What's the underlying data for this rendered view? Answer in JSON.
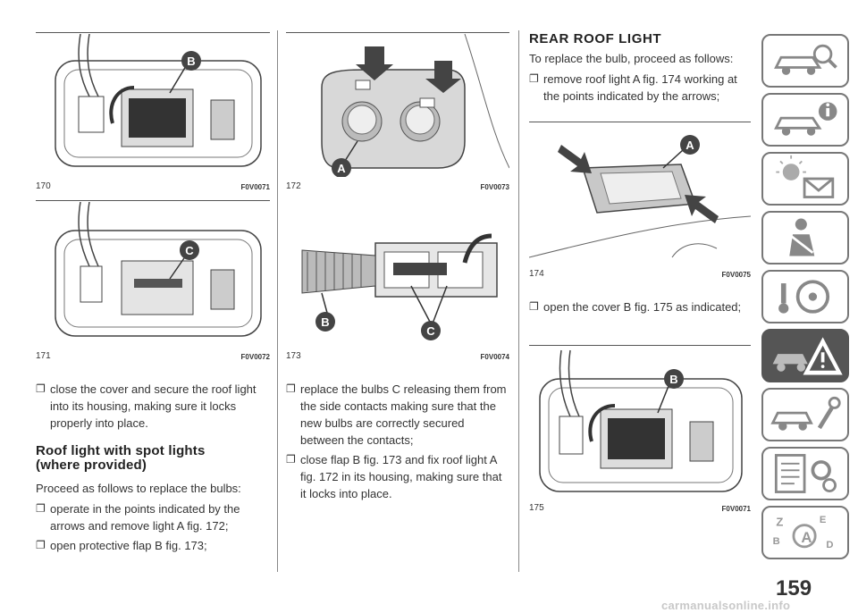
{
  "figures": [
    {
      "id": "fig170",
      "number": "170",
      "code": "F0V0071",
      "label": "B"
    },
    {
      "id": "fig171",
      "number": "171",
      "code": "F0V0072",
      "label": "C"
    },
    {
      "id": "fig172",
      "number": "172",
      "code": "F0V0073",
      "label": "A"
    },
    {
      "id": "fig173",
      "number": "173",
      "code": "F0V0074",
      "label": "B",
      "label2": "C"
    },
    {
      "id": "fig174",
      "number": "174",
      "code": "F0V0075",
      "label": "A"
    },
    {
      "id": "fig175",
      "number": "175",
      "code": "F0V0071",
      "label": "B"
    }
  ],
  "column1": {
    "bullets": [
      "close the cover and secure the roof light into its housing, making sure it locks properly into place."
    ],
    "heading": "Roof light with spot lights (where provided)",
    "intro": "Proceed as follows to replace the bulbs:",
    "bullets2": [
      "operate in the points indicated by the arrows and remove light A fig. 172;",
      "open protective flap B fig. 173;"
    ]
  },
  "column2": {
    "bullets": [
      "replace the bulbs C releasing them from the side contacts making sure that the new bulbs are correctly secured between the contacts;",
      "close flap B fig. 173 and fix roof light A fig. 172 in its housing, making sure that it locks into place."
    ]
  },
  "column3": {
    "heading": "REAR ROOF LIGHT",
    "intro": "To replace the bulb, proceed as follows:",
    "bullets": [
      "remove roof light A fig. 174 working at the points indicated by the arrows;"
    ],
    "bullets2": [
      "open the cover B fig. 175 as indicated;"
    ]
  },
  "bullet_glyph": "❐",
  "sidebar_tabs": [
    {
      "icon": "car-search-icon",
      "active": false
    },
    {
      "icon": "car-info-icon",
      "active": false
    },
    {
      "icon": "warning-lights-icon",
      "active": false
    },
    {
      "icon": "safety-seatbelt-icon",
      "active": false
    },
    {
      "icon": "key-steering-icon",
      "active": false
    },
    {
      "icon": "car-emergency-icon",
      "active": true
    },
    {
      "icon": "car-maintenance-icon",
      "active": false
    },
    {
      "icon": "technical-data-icon",
      "active": false
    },
    {
      "icon": "index-az-icon",
      "active": false
    }
  ],
  "page_number": "159",
  "watermark": "carmanualsonline.info",
  "colors": {
    "active_tab": "#555555",
    "label_circle": "#444444"
  }
}
